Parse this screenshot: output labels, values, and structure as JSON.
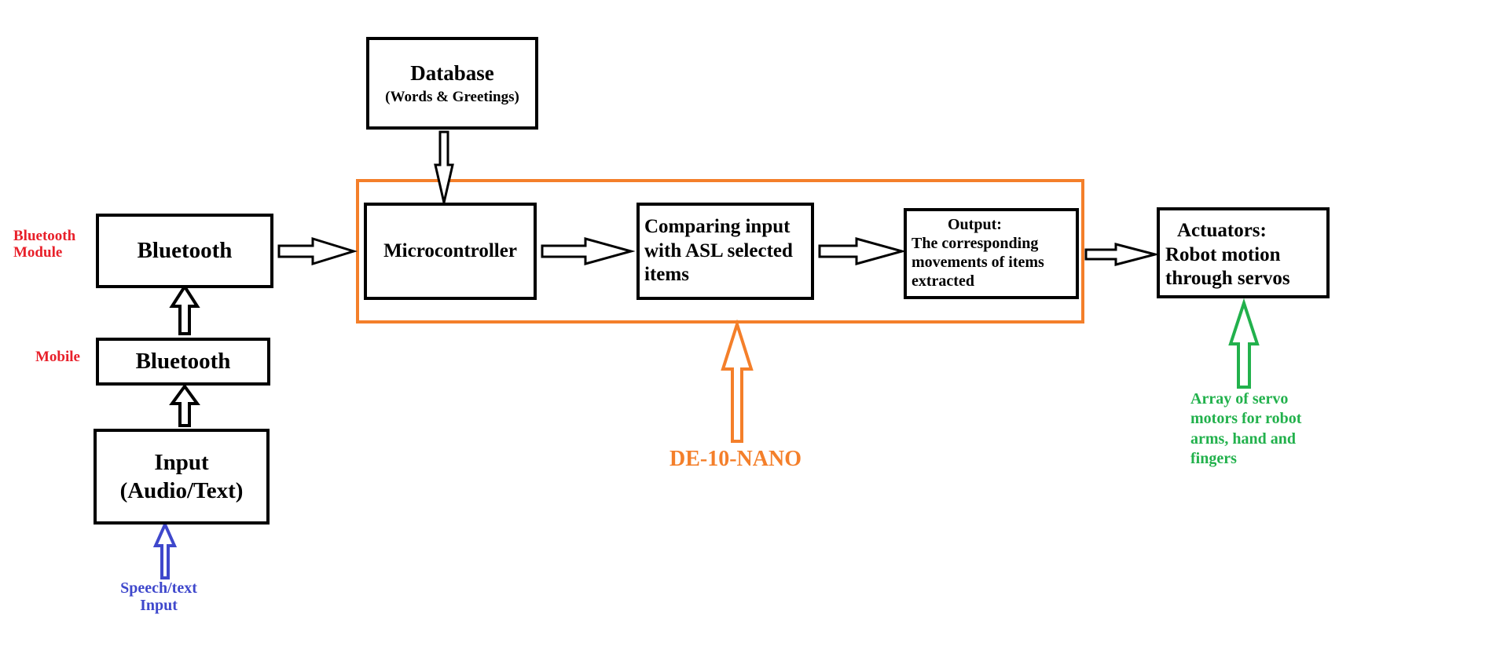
{
  "database": {
    "title": "Database",
    "subtitle": "(Words & Greetings)"
  },
  "bluetooth_module_box": {
    "text": "Bluetooth"
  },
  "bluetooth_mobile_box": {
    "text": "Bluetooth"
  },
  "input_box": {
    "line1": "Input",
    "line2": "(Audio/Text)"
  },
  "microcontroller_box": {
    "text": "Microcontroller"
  },
  "comparing_box": {
    "line1": "Comparing input",
    "line2": "with ASL selected",
    "line3": "items"
  },
  "output_box": {
    "title": "Output:",
    "line1": "The corresponding",
    "line2": "movements of items",
    "line3": "extracted"
  },
  "actuators_box": {
    "line1": "Actuators:",
    "line2": "Robot motion",
    "line3": "through servos"
  },
  "labels": {
    "bluetooth_module": [
      "Bluetooth",
      "Module"
    ],
    "mobile": "Mobile",
    "speech_input": [
      "Speech/text",
      "Input"
    ],
    "de10_nano": "DE-10-NANO",
    "servo_array": [
      "Array of servo",
      "motors for robot",
      "arms, hand and",
      "fingers"
    ]
  },
  "colors": {
    "red": "#e8202a",
    "blue": "#3f48cc",
    "orange": "#f47f2a",
    "green": "#22b14c",
    "black": "#000000"
  }
}
